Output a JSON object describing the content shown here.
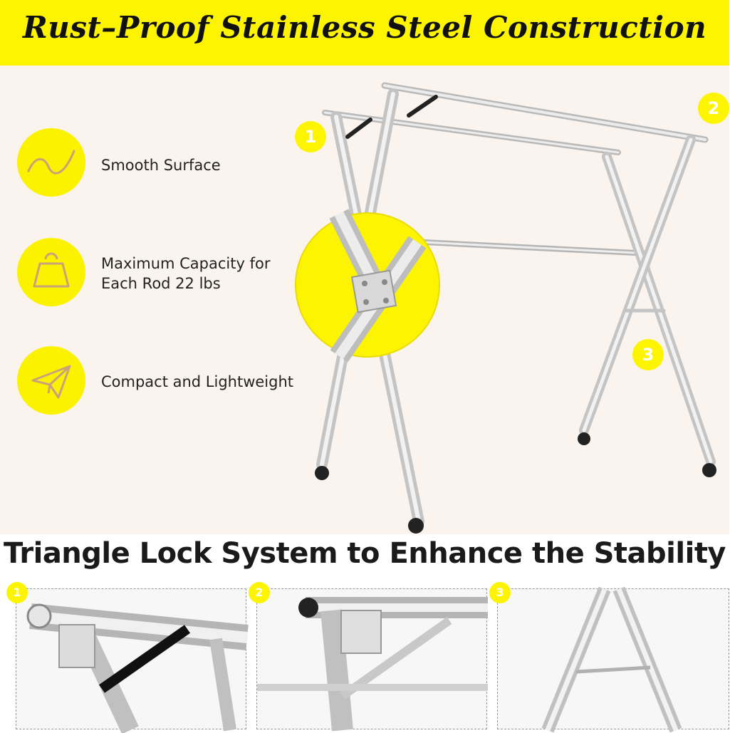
{
  "header": {
    "title": "Rust–Proof Stainless Steel Construction"
  },
  "features": [
    {
      "icon": "wave-icon",
      "label": "Smooth Surface"
    },
    {
      "icon": "weight-icon",
      "label_line1": "Maximum Capacity for",
      "label_line2": "Each Rod 22 lbs"
    },
    {
      "icon": "paper-plane-icon",
      "label": "Compact and Lightweight"
    }
  ],
  "hero_numbers": [
    "1",
    "2",
    "3"
  ],
  "stability": {
    "title": "Triangle Lock System to Enhance the Stability"
  },
  "panels": [
    {
      "number": "1"
    },
    {
      "number": "2"
    },
    {
      "number": "3"
    }
  ],
  "colors": {
    "accent": "#fcf400",
    "background": "#fbf4ee",
    "icon_stroke": "#c9a27a"
  }
}
